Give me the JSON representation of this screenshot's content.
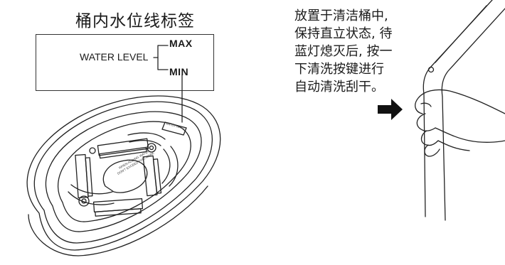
{
  "title": "桶内水位线标签",
  "label": {
    "water_level": "WATER LEVEL",
    "max": "MAX",
    "min": "MIN"
  },
  "bucket_small_text": {
    "rim_label": "WATER LEVEL",
    "center_line1": "WHEN ADDING WATER",
    "center_line2": "DON'T EXCEED THIS MARK"
  },
  "instruction_lines": [
    "放置于清洁桶中,",
    "保持直立状态, 待",
    "蓝灯熄灭后, 按一",
    "下清洗按键进行",
    "自动清洗刮干。"
  ],
  "icons": {
    "arrow": "right-arrow-icon",
    "hand": "hand-icon"
  }
}
